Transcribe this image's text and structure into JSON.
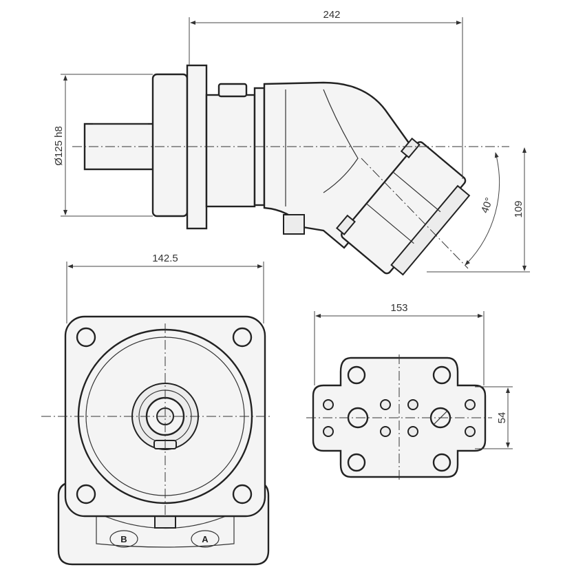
{
  "drawing": {
    "dimensions": {
      "overall_length": "242",
      "pilot_diameter": "Ø125 h8",
      "bent_angle": "40°",
      "height_offset": "109",
      "flange_width": "142.5",
      "port_plate_width": "153",
      "port_spacing": "54"
    },
    "ports": {
      "b": "B",
      "a": "A"
    },
    "colors": {
      "line": "#222222",
      "fill": "#f4f4f4"
    }
  }
}
